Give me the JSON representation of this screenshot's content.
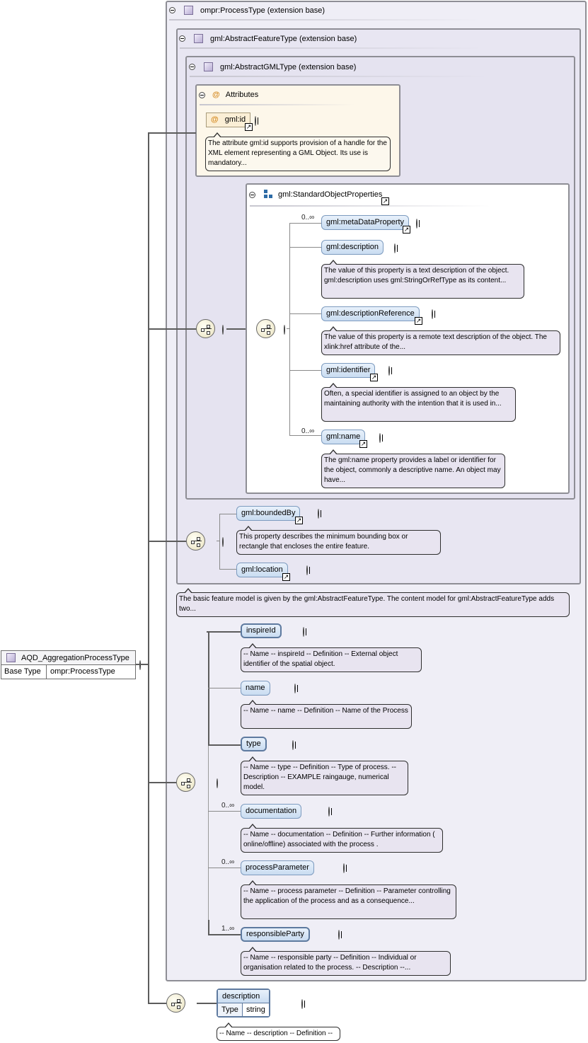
{
  "root": {
    "name": "AQD_AggregationProcessType",
    "base_type_label": "Base Type",
    "base_type_value": "ompr:ProcessType"
  },
  "extensions": {
    "process_type": "ompr:ProcessType (extension base)",
    "abstract_feature_type": "gml:AbstractFeatureType (extension base)",
    "abstract_gml_type": "gml:AbstractGMLType (extension base)"
  },
  "attributes": {
    "title": "Attributes",
    "gml_id": "gml:id",
    "gml_id_note": "The attribute gml:id supports provision of a handle for the XML element representing a GML Object. Its use is mandatory..."
  },
  "standard_object_properties": {
    "title": "gml:StandardObjectProperties",
    "items": [
      {
        "name": "gml:metaDataProperty",
        "card": "0..∞",
        "note": ""
      },
      {
        "name": "gml:description",
        "card": "",
        "note": "The value of this property is a text description of the object. gml:description uses gml:StringOrRefType as its content..."
      },
      {
        "name": "gml:descriptionReference",
        "card": "",
        "note": "The value of this property is a remote text description of the object. The xlink:href attribute of the..."
      },
      {
        "name": "gml:identifier",
        "card": "",
        "note": "Often, a special identifier is assigned to an object by the maintaining authority with the intention that it is used in..."
      },
      {
        "name": "gml:name",
        "card": "0..∞",
        "note": "The gml:name property provides a label or identifier for the object, commonly a descriptive name. An object may have..."
      }
    ]
  },
  "feature_elements": [
    {
      "name": "gml:boundedBy",
      "note": "This property describes the minimum bounding box or rectangle that encloses the entire feature."
    },
    {
      "name": "gml:location",
      "note": ""
    }
  ],
  "feature_note": "The basic feature model is given by the gml:AbstractFeatureType. The content model for gml:AbstractFeatureType adds two...",
  "process_elements": [
    {
      "name": "inspireId",
      "card": "",
      "note": "-- Name -- inspireId -- Definition -- External object identifier of the spatial object."
    },
    {
      "name": "name",
      "card": "",
      "note": "-- Name -- name -- Definition -- Name of the Process"
    },
    {
      "name": "type",
      "card": "",
      "note": "-- Name -- type -- Definition -- Type of process. -- Description -- EXAMPLE raingauge, numerical model."
    },
    {
      "name": "documentation",
      "card": "0..∞",
      "note": "-- Name -- documentation -- Definition -- Further information ( online/offline) associated with the process ."
    },
    {
      "name": "processParameter",
      "card": "0..∞",
      "note": "-- Name -- process parameter -- Definition -- Parameter controlling the application of the process and as a consequence..."
    },
    {
      "name": "responsibleParty",
      "card": "1..∞",
      "note": "-- Name -- responsible party -- Definition -- Individual or organisation related to the process. -- Description --..."
    }
  ],
  "description_element": {
    "name": "description",
    "type_label": "Type",
    "type_value": "string",
    "note": "-- Name -- description -- Definition --"
  },
  "colors": {
    "element_fill": "#c9dcf1",
    "note_fill": "#e8e4f0",
    "attribute_fill": "#fdf7ea",
    "box_border": "#8e8e95"
  }
}
